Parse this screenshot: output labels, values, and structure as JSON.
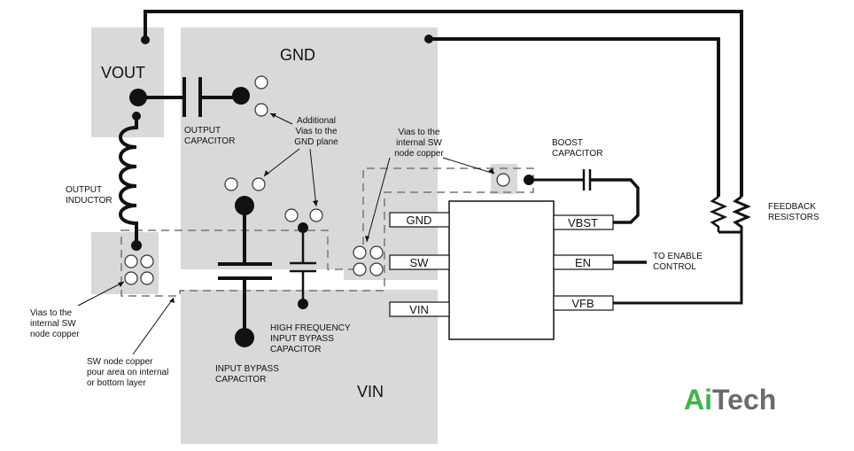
{
  "regions": {
    "vout": "VOUT",
    "gnd": "GND",
    "vin": "VIN"
  },
  "ic_pins": {
    "left": [
      "GND",
      "SW",
      "VIN"
    ],
    "right": [
      "VBST",
      "EN",
      "VFB"
    ]
  },
  "labels": {
    "output_capacitor": [
      "OUTPUT",
      "CAPACITOR"
    ],
    "output_inductor": [
      "OUTPUT",
      "INDUCTOR"
    ],
    "additional_vias": [
      "Additional",
      "Vias to the",
      "GND plane"
    ],
    "vias_sw_top": [
      "Vias to the",
      "internal SW",
      "node copper"
    ],
    "boost_capacitor": [
      "BOOST",
      "CAPACITOR"
    ],
    "feedback_resistors": [
      "FEEDBACK",
      "RESISTORS"
    ],
    "to_enable": [
      "TO ENABLE",
      "CONTROL"
    ],
    "vias_sw_left": [
      "Vias to the",
      "internal SW",
      "node copper"
    ],
    "sw_copper": [
      "SW node copper",
      "pour area on internal",
      "or bottom layer"
    ],
    "hf_bypass": [
      "HIGH FREQUENCY",
      "INPUT BYPASS",
      "CAPACITOR"
    ],
    "input_bypass": [
      "INPUT BYPASS",
      "CAPACITOR"
    ]
  },
  "logo": {
    "ai": "Ai",
    "tech": "Tech",
    "ai_color": "#3db54a",
    "tech_color": "#6b6b6b"
  },
  "colors": {
    "plane": "#d9d9d9",
    "trace": "#111111"
  }
}
